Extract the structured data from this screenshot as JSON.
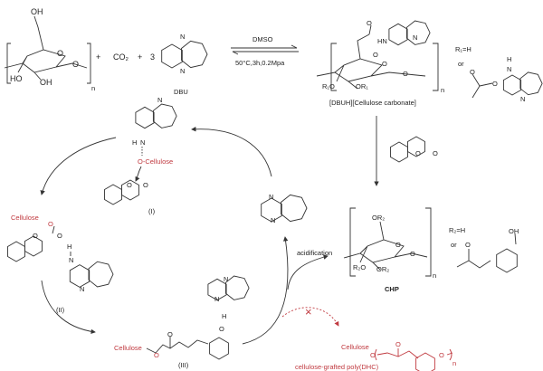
{
  "top_row": {
    "cellulose": {
      "oh_top": "OH",
      "ho_left": "HO",
      "oh_bottom": "OH",
      "ring_o": "O",
      "link_o": "O",
      "n": "n"
    },
    "plus1": "+",
    "co2": "CO₂",
    "plus2": "+",
    "coef": "3",
    "dbu": {
      "n1": "N",
      "n2": "N",
      "label": "DBU"
    },
    "arrow": {
      "above": "DMSO",
      "below": "50°C,3h,0.2Mpa"
    },
    "carbonate": {
      "o1": "O",
      "o2": "O",
      "hn": "HN",
      "n": "N",
      "ring_o": "O",
      "link_o": "O",
      "r1o": "R₁O",
      "or1": "OR₁",
      "sub": "n",
      "label": "[DBUH][Cellulose carbonate]"
    },
    "r1_def": "R₁=H",
    "or1": "or",
    "acetate": {
      "o": "O",
      "o_minus": "O",
      "h": "H",
      "n1": "N",
      "n2": "N"
    }
  },
  "right_column": {
    "coumarin_o": "O",
    "coumarin_o2": "O",
    "chp": {
      "or2_top": "OR₂",
      "r2o": "R₂O",
      "or2": "OR₂",
      "ring_o": "O",
      "link_o": "O",
      "n": "n",
      "label": "CHP"
    },
    "r2_def": "R₂=H",
    "or2": "or",
    "side": {
      "o": "O",
      "oh": "OH"
    }
  },
  "cycle": {
    "i": {
      "h": "H",
      "n": "N",
      "n2": "N",
      "o_cellulose": "O-Cellulose",
      "o": "O",
      "o2": "O",
      "label": "(I)"
    },
    "ii": {
      "cellulose": "Cellulose",
      "o": "O",
      "o2": "O",
      "o3": "O",
      "h": "H",
      "n": "N",
      "n2": "N",
      "label": "(II)"
    },
    "iii": {
      "cellulose": "Cellulose",
      "o": "O",
      "o2": "O",
      "o_minus": "O",
      "h": "H",
      "n": "N",
      "n2": "N",
      "label": "(III)"
    },
    "dbu": {
      "n1": "N",
      "n2": "N"
    },
    "acidification": "acidification",
    "blocked_mark": "×",
    "grafted": {
      "cellulose": "Cellulose",
      "o": "O",
      "o2": "O",
      "o3": "O",
      "n": "n",
      "label": "cellulose-grafted poly(DHC)"
    }
  }
}
